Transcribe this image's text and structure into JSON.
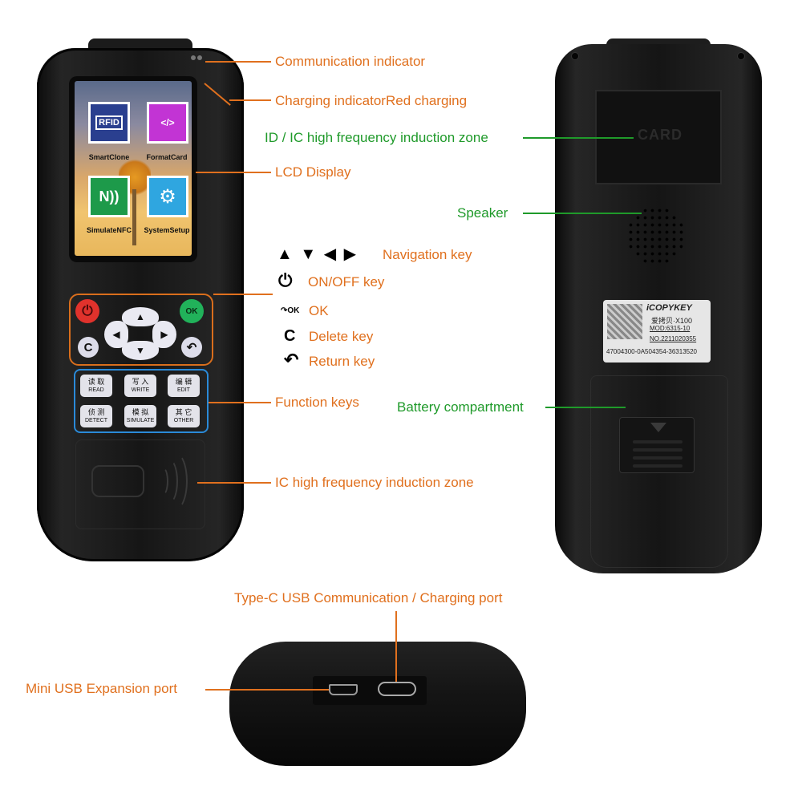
{
  "callouts_front": {
    "communication_indicator": "Communication indicator",
    "charging_indicator": "Charging indicatorRed charging",
    "lcd_display": "LCD Display",
    "function_keys": "Function keys",
    "ic_zone": "IC high frequency induction zone"
  },
  "callouts_back": {
    "id_ic_zone": "ID / IC high frequency induction zone",
    "speaker": "Speaker",
    "battery": "Battery compartment"
  },
  "callouts_bottom": {
    "type_c": "Type-C USB Communication / Charging port",
    "mini_usb": "Mini USB Expansion port"
  },
  "key_legend": [
    {
      "icon": "▲ ▼ ◀ ▶",
      "label": "Navigation key"
    },
    {
      "icon": "⏻",
      "label": "ON/OFF key"
    },
    {
      "icon": "↷OK",
      "label": "OK"
    },
    {
      "icon": "C",
      "label": "Delete key"
    },
    {
      "icon": "↶",
      "label": "Return key"
    }
  ],
  "screen": {
    "apps": [
      {
        "name": "SmartClone",
        "icon_text": "RFID",
        "color": "#2a3f8f"
      },
      {
        "name": "FormatCard",
        "icon_text": "</>",
        "color": "#c234d4"
      },
      {
        "name": "SimulateNFC",
        "icon_text": "N))",
        "color": "#1d9a4a"
      },
      {
        "name": "SystemSetup",
        "icon_text": "⚙",
        "color": "#2fa6e0"
      }
    ]
  },
  "buttons": {
    "power": "⏻",
    "ok": "OK",
    "delete": "C",
    "return": "↶",
    "up": "▲",
    "down": "▼",
    "left": "◀",
    "right": "▶"
  },
  "function_keys": [
    {
      "cn": "读 取",
      "en": "READ"
    },
    {
      "cn": "写 入",
      "en": "WRITE"
    },
    {
      "cn": "编 辑",
      "en": "EDIT"
    },
    {
      "cn": "侦 测",
      "en": "DETECT"
    },
    {
      "cn": "模 拟",
      "en": "SIMULATE"
    },
    {
      "cn": "其 它",
      "en": "OTHER"
    }
  ],
  "back": {
    "card_text": "CARD",
    "sticker": {
      "brand": "iCOPYKEY",
      "model_cn": "爱拷贝·X100",
      "mod": "MOD:6315-10",
      "no": "NO.2211020355",
      "serial": "47004300-0A504354-36313520"
    }
  },
  "colors": {
    "orange": "#e0701e",
    "green": "#1f9a2a",
    "nav_frame": "#d96e1c",
    "fn_frame": "#2a8ad8",
    "power_btn": "#e0322c",
    "ok_btn": "#21b25a"
  }
}
